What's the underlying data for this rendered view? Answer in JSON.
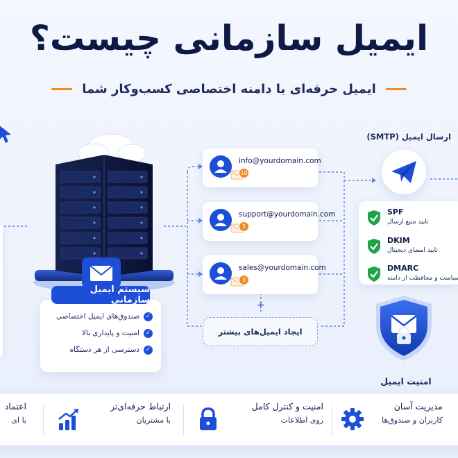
{
  "header": {
    "title": "ایمیل سازمانی چیست؟",
    "subtitle": "ایمیل حرفه‌ای با دامنه اختصاصی کسب‌وکار شما"
  },
  "system": {
    "title": "سیستم ایمیل سازمانی",
    "features": [
      "صندوق‌های ایمیل اختصاصی",
      "امنیت و پایداری بالا",
      "دسترسی از هر دستگاه"
    ]
  },
  "mailboxes": [
    {
      "address": "info@yourdomain.com",
      "count": "10"
    },
    {
      "address": "support@yourdomain.com",
      "count": "5"
    },
    {
      "address": "sales@yourdomain.com",
      "count": "3"
    }
  ],
  "more_button": "ایجاد ایمیل‌های بیشتر",
  "smtp": {
    "label": "ارسال ایمیل (SMTP)"
  },
  "auth": [
    {
      "name": "SPF",
      "desc": "تایید منبع ارسال"
    },
    {
      "name": "DKIM",
      "desc": "تایید امضای دیجیتال"
    },
    {
      "name": "DMARC",
      "desc": "سیاست و محافظت از دامنه"
    }
  ],
  "security_label": "امنیت ایمیل",
  "bottom_features": [
    {
      "title": "مدیریت آسان",
      "sub": "کاربران و صندوق‌ها",
      "icon": "gear-icon"
    },
    {
      "title": "امنیت و کنترل کامل",
      "sub": "روی اطلاعات",
      "icon": "lock-icon"
    },
    {
      "title": "ارتباط حرفه‌ای‌تر",
      "sub": "با مشتریان",
      "icon": "growth-chart-icon"
    },
    {
      "title": "اعتماد",
      "sub": "با ای",
      "icon": "trust-icon"
    }
  ],
  "colors": {
    "primary": "#1d4ed8",
    "accent": "#f08a24",
    "shield_green": "#22a34a",
    "text_dark": "#0c1a45"
  }
}
